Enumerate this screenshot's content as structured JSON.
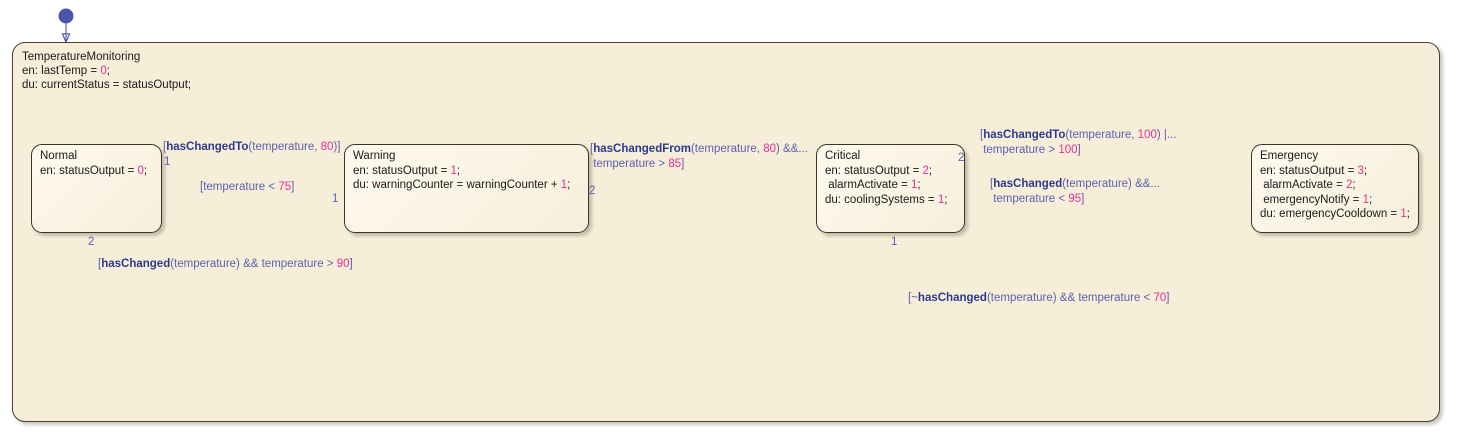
{
  "chart": {
    "name": "TemperatureMonitoring",
    "actions": [
      {
        "text": "en: lastTemp = ",
        "value": "0",
        "tail": ";"
      },
      {
        "text": "du: currentStatus = statusOutput;",
        "value": "",
        "tail": ""
      }
    ]
  },
  "states": [
    {
      "id": "normal",
      "name": "Normal",
      "lines": [
        {
          "pre": "en: statusOutput = ",
          "lit": "0",
          "post": ";"
        }
      ]
    },
    {
      "id": "warning",
      "name": "Warning",
      "lines": [
        {
          "pre": "en: statusOutput = ",
          "lit": "1",
          "post": ";"
        },
        {
          "pre": "du: warningCounter = warningCounter + ",
          "lit": "1",
          "post": ";"
        }
      ]
    },
    {
      "id": "critical",
      "name": "Critical",
      "lines": [
        {
          "pre": "en: statusOutput = ",
          "lit": "2",
          "post": ";"
        },
        {
          "pre": " alarmActivate = ",
          "lit": "1",
          "post": ";"
        },
        {
          "pre": "du: coolingSystems = ",
          "lit": "1",
          "post": ";"
        }
      ]
    },
    {
      "id": "emergency",
      "name": "Emergency",
      "lines": [
        {
          "pre": "en: statusOutput = ",
          "lit": "3",
          "post": ";"
        },
        {
          "pre": " alarmActivate = ",
          "lit": "2",
          "post": ";"
        },
        {
          "pre": " emergencyNotify = ",
          "lit": "1",
          "post": ";"
        },
        {
          "pre": "du: emergencyCooldown = ",
          "lit": "1",
          "post": ";"
        }
      ]
    }
  ],
  "transitions": [
    {
      "id": "normal-to-warning",
      "label_html": "[<b>hasChangedTo</b>(temperature, <i>80</i>)]",
      "order": "1"
    },
    {
      "id": "warning-to-normal",
      "label_html": "[temperature &lt; <i>75</i>]",
      "order": "1"
    },
    {
      "id": "warning-to-critical",
      "label_html": "[<b>hasChangedFrom</b>(temperature, <i>80</i>) &amp;&amp;...\n temperature &gt; <i>85</i>]",
      "order": "2"
    },
    {
      "id": "critical-to-emergency",
      "label_html": "[<b>hasChangedTo</b>(temperature, <i>100</i>) |...\n temperature &gt; <i>100</i>]",
      "order": "2"
    },
    {
      "id": "emergency-to-critical",
      "label_html": "[<b>hasChanged</b>(temperature) &amp;&amp;...\n temperature &lt; <i>95</i>]",
      "order": ""
    },
    {
      "id": "normal-to-critical-junction",
      "label_html": "[<b>hasChanged</b>(temperature) &amp;&amp; temperature &gt; <i>90</i>]",
      "order": "2"
    },
    {
      "id": "critical-to-normal-junction",
      "label_html": "[~<b>hasChanged</b>(temperature) &amp;&amp; temperature &lt; <i>70</i>]",
      "order": "1"
    }
  ],
  "junctions": [
    {
      "id": "junction-left-upper"
    },
    {
      "id": "junction-left-lower"
    },
    {
      "id": "junction-right-upper"
    },
    {
      "id": "junction-right-lower"
    }
  ],
  "default_transitions": [
    {
      "id": "chart-default-transition"
    },
    {
      "id": "normal-default-transition"
    }
  ],
  "colors": {
    "state_fill": "#f9f2e0",
    "state_border": "#3b3325",
    "chart_fill": "#f7eed9",
    "transition_line": "#6a6fbe",
    "condition_text": "#5a5fb0",
    "keyword_text": "#2b3a8f",
    "literal_text": "#e0309a",
    "junction_stroke": "#b5761f",
    "default_node": "#4a55a8"
  }
}
